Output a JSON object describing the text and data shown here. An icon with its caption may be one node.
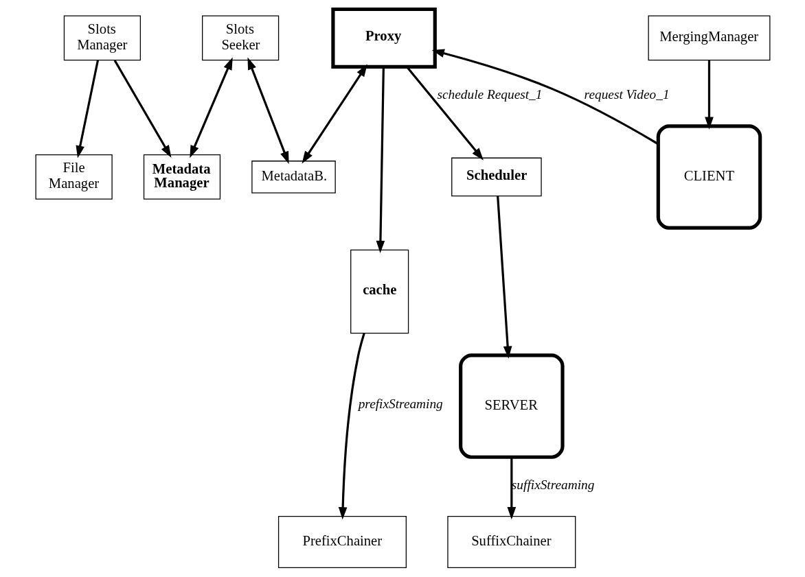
{
  "diagram": {
    "nodes": [
      {
        "text": [
          "Slots Manager"
        ]
      },
      {
        "text": [
          "Slots Seeker"
        ]
      },
      {
        "text": [
          "Proxy"
        ]
      },
      {
        "text": [
          "File Manager"
        ]
      },
      {
        "text": [
          "Metadata Manager"
        ]
      },
      {
        "text": [
          "MetadataB."
        ]
      },
      {
        "text": [
          "cache"
        ]
      },
      {
        "text": [
          "PrefixChainer"
        ]
      },
      {
        "text": [
          "MergingManager"
        ]
      },
      {
        "text": [
          "CLIENT"
        ]
      },
      {
        "text": [
          "SuffixChainer"
        ]
      },
      {
        "text": [
          "Scheduler"
        ]
      },
      {
        "text": [
          "SERVER"
        ]
      }
    ],
    "edges": [
      {
        "from": 0,
        "to": 3,
        "arrow": "to"
      },
      {
        "from": 0,
        "to": 4,
        "arrow": "to"
      },
      {
        "from": 1,
        "to": 4,
        "arrow": "both"
      },
      {
        "from": 1,
        "to": 5,
        "arrow": "both"
      },
      {
        "from": 2,
        "to": 5,
        "arrow": "both"
      },
      {
        "from": 2,
        "to": 6,
        "arrow": "to"
      },
      {
        "from": 2,
        "to": 11,
        "arrow": "to",
        "label": "schedule Request_1"
      },
      {
        "from": 6,
        "to": 7,
        "arrow": "to",
        "label": "prefixStreaming"
      },
      {
        "from": 8,
        "to": 9,
        "arrow": "to"
      },
      {
        "from": 9,
        "to": 2,
        "arrow": "to",
        "label": "request Video_1"
      },
      {
        "from": 12,
        "to": 10,
        "arrow": "to",
        "label": "suffixStreaming"
      },
      {
        "from": 11,
        "to": 12,
        "arrow": "to"
      }
    ]
  }
}
